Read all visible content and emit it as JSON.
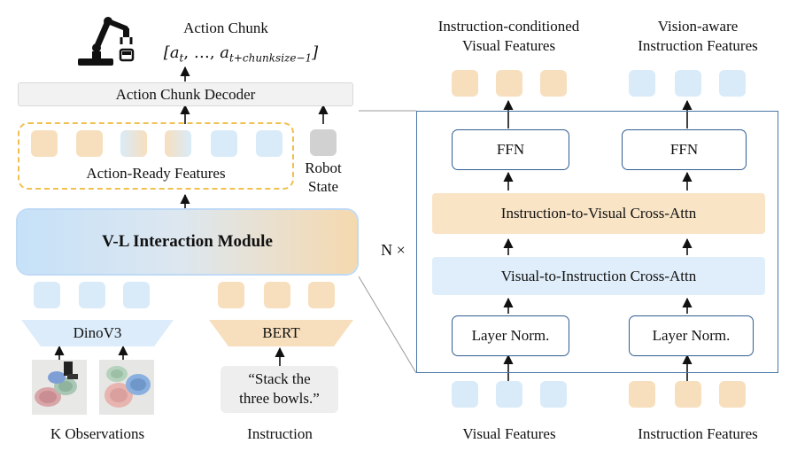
{
  "left": {
    "action_chunk_title": "Action Chunk",
    "action_chunk_formula": {
      "open": "[",
      "a1": "a",
      "a1_sub": "t",
      "mid": ", …, ",
      "a2": "a",
      "a2_sub": "t+chunksize−1",
      "close": "]"
    },
    "decoder_label": "Action Chunk Decoder",
    "features_label": "Action-Ready Features",
    "robot_state_label_1": "Robot",
    "robot_state_label_2": "State",
    "module_label": "V-L Interaction Module",
    "vision_encoder_label": "DinoV3",
    "text_encoder_label": "BERT",
    "instruction_example_1": "“Stack the",
    "instruction_example_2": "three bowls.”",
    "observations_label": "K Observations",
    "instruction_label": "Instruction"
  },
  "right": {
    "repeat_label": "N ×",
    "out_visual_label_1": "Instruction-conditioned",
    "out_visual_label_2": "Visual Features",
    "out_instr_label_1": "Vision-aware",
    "out_instr_label_2": "Instruction Features",
    "ffn_label": "FFN",
    "i2v_label": "Instruction-to-Visual Cross-Attn",
    "v2i_label": "Visual-to-Instruction Cross-Attn",
    "layernorm_label": "Layer Norm.",
    "in_visual_label": "Visual Features",
    "in_instr_label": "Instruction Features"
  },
  "colors": {
    "orange_token": "#f7dfbd",
    "blue_token": "#d9ebf9",
    "gray_token": "#d1d1d1",
    "dashed_border": "#f0c050",
    "box_border": "#2f5e91"
  },
  "icons": [
    "robot-arm-icon",
    "observation-photo-1",
    "observation-photo-2"
  ]
}
